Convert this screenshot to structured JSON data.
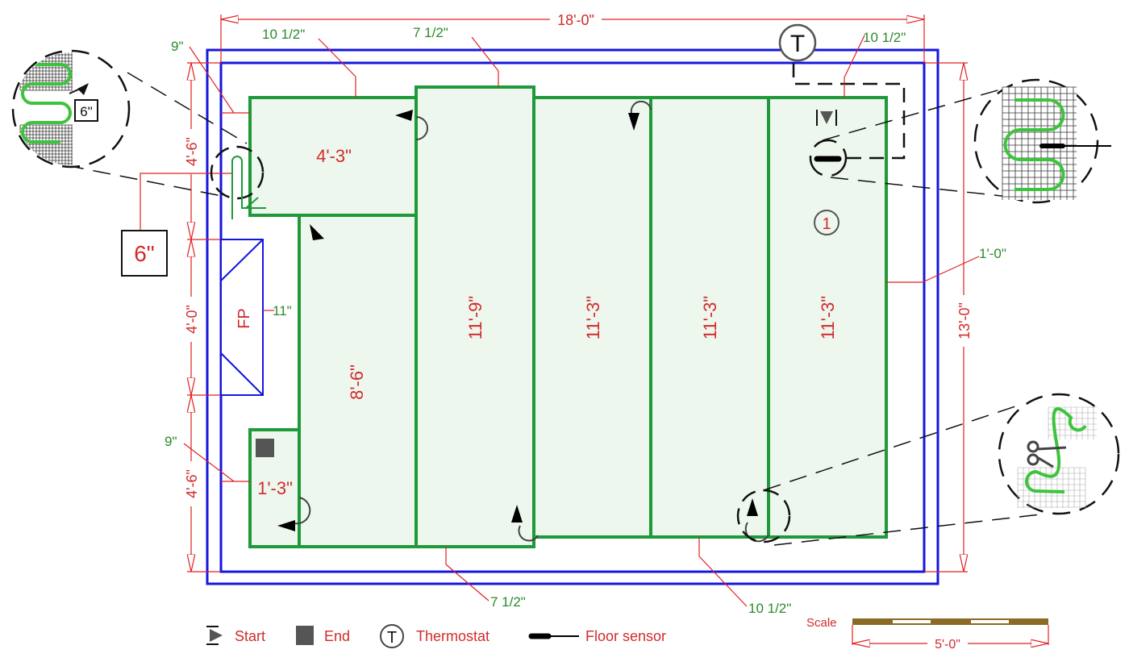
{
  "colors": {
    "wall": "#1515e0",
    "mat_fill": "#eef7ee",
    "mat_stroke": "#1e9a3a",
    "dimension": "#d12b2b",
    "spacing": "#2a8a2a",
    "cable": "#3cc43c",
    "scale_bar": "#8a6a25"
  },
  "dimensions": {
    "overall_width": "18'-0\"",
    "overall_height": "13'-0\"",
    "left_top": "4'-6\"",
    "left_middle": "4'-0\"",
    "left_bottom": "4'-6\"",
    "fireplace_gap": "11\"",
    "right_gap": "1'-0\""
  },
  "spacing_labels": {
    "top_left": "9\"",
    "top_1": "10 1/2\"",
    "top_2": "7 1/2\"",
    "top_right": "10 1/2\"",
    "bottom_left": "9\"",
    "bottom_1": "7 1/2\"",
    "bottom_2": "10 1/2\""
  },
  "mats": [
    {
      "label": "4'-3\""
    },
    {
      "label": "8'-6\""
    },
    {
      "label": "1'-3\""
    },
    {
      "label": "11'-9\""
    },
    {
      "label": "11'-3\""
    },
    {
      "label": "11'-3\""
    },
    {
      "label": "11'-3\""
    }
  ],
  "fireplace_label": "FP",
  "zone_label": "1",
  "thermostat_symbol": "T",
  "detail_callout": {
    "turn_spacing": "6\""
  },
  "turn_spacing_box": "6\"",
  "legend": [
    {
      "icon": "start-icon",
      "label": "Start"
    },
    {
      "icon": "end-icon",
      "label": "End"
    },
    {
      "icon": "thermostat-icon",
      "label": "Thermostat",
      "symbol": "T"
    },
    {
      "icon": "floor-sensor-icon",
      "label": "Floor sensor"
    }
  ],
  "scale": {
    "label": "Scale",
    "length": "5'-0\""
  }
}
